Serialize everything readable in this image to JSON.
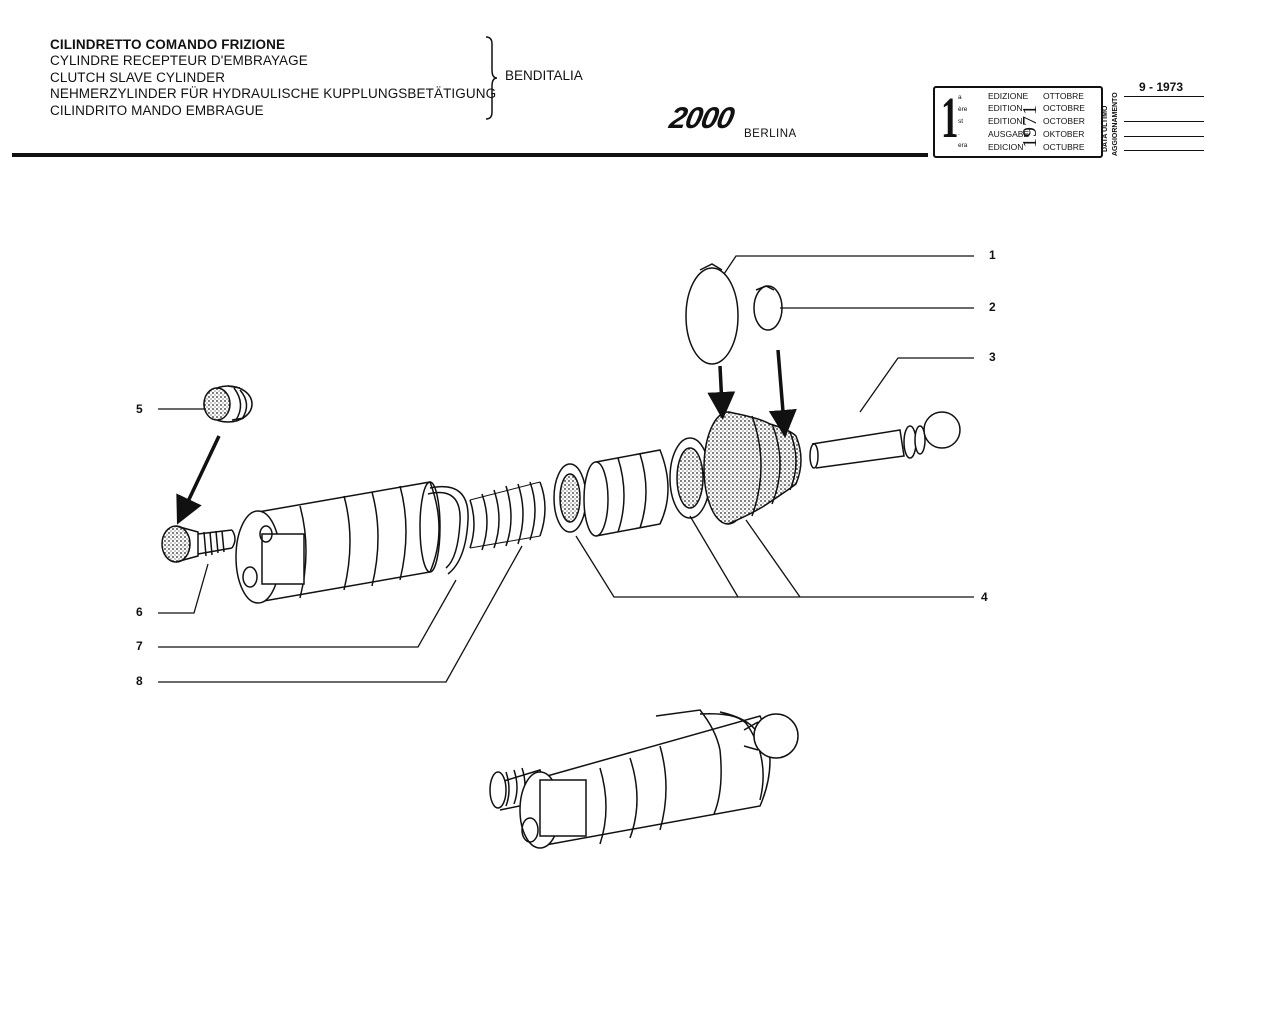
{
  "header": {
    "titles": [
      "CILINDRETTO COMANDO FRIZIONE",
      "CYLINDRE RECEPTEUR D'EMBRAYAGE",
      "CLUTCH SLAVE CYLINDER",
      "NEHMERZYLINDER FÜR HYDRAULISCHE KUPPLUNGSBETÄTIGUNG",
      "CILINDRITO MANDO EMBRAGUE"
    ],
    "manufacturer": "BENDITALIA",
    "model_logo": "2000",
    "model_sub": "BERLINA"
  },
  "edition": {
    "number": "1",
    "suffixes": [
      "a",
      "ère",
      "st",
      ".",
      "era"
    ],
    "words": [
      "EDIZIONE",
      "EDITION",
      "EDITION",
      "AUSGABE",
      "EDICION"
    ],
    "months": [
      "OTTOBRE",
      "OCTOBRE",
      "OCTOBER",
      "OKTOBER",
      "OCTUBRE"
    ],
    "year": "1971",
    "last_update_label_1": "DATA ULTIMO",
    "last_update_label_2": "AGGIORNAMENTO",
    "last_update_value": "9 - 1973"
  },
  "callouts": [
    "1",
    "2",
    "3",
    "4",
    "5",
    "6",
    "7",
    "8"
  ]
}
